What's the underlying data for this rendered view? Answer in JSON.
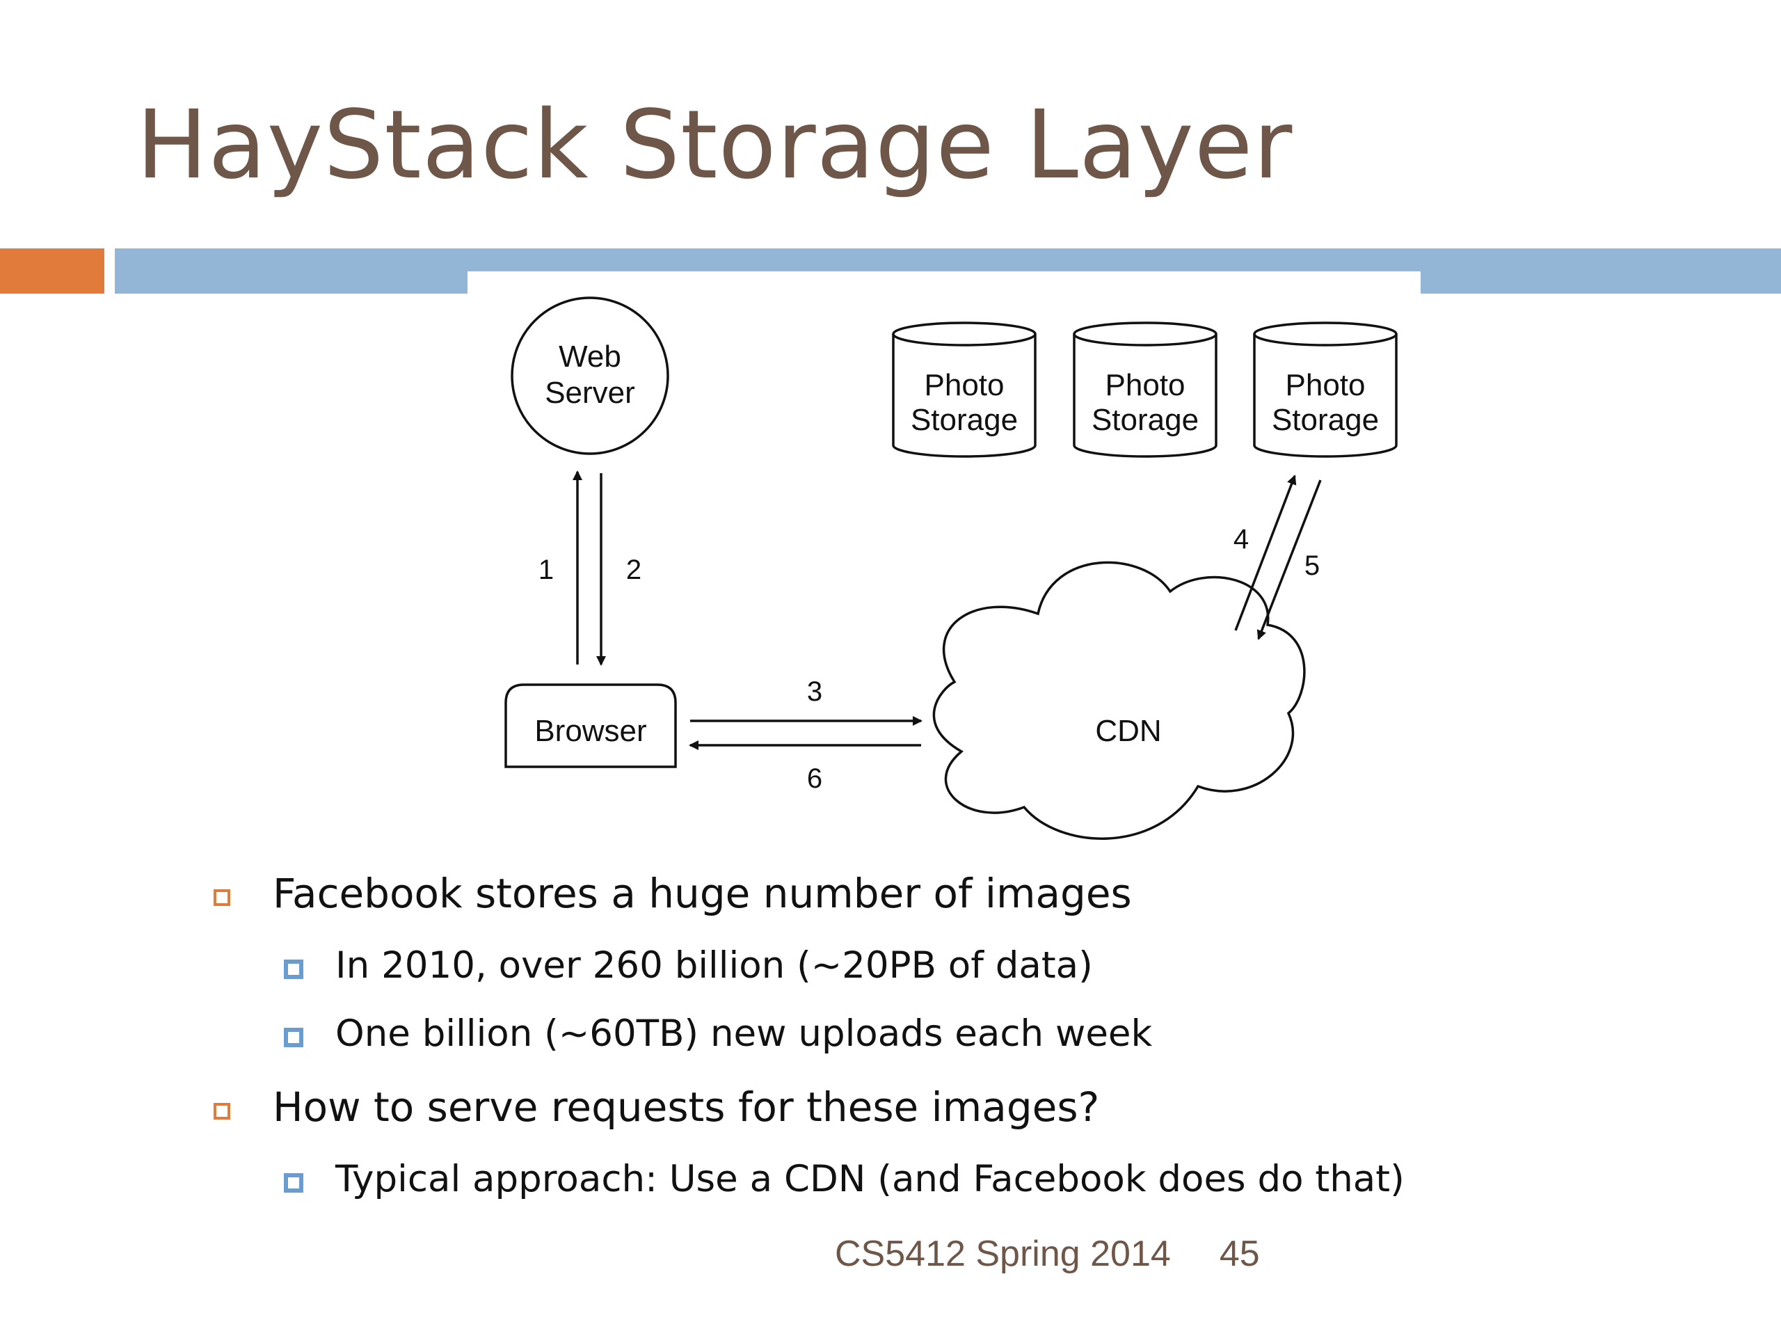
{
  "slide": {
    "title": "HayStack Storage Layer",
    "colors": {
      "title": "#6e5648",
      "accent_orange": "#e07b3c",
      "accent_blue": "#93b6d6"
    }
  },
  "diagram": {
    "nodes": {
      "web_server": {
        "line1": "Web",
        "line2": "Server"
      },
      "browser": "Browser",
      "cdn": "CDN",
      "photo_storage": [
        {
          "line1": "Photo",
          "line2": "Storage"
        },
        {
          "line1": "Photo",
          "line2": "Storage"
        },
        {
          "line1": "Photo",
          "line2": "Storage"
        }
      ]
    },
    "edges": [
      "1",
      "2",
      "3",
      "6",
      "4",
      "5"
    ]
  },
  "bullets": [
    {
      "text": "Facebook stores a huge number of images",
      "children": [
        "In 2010, over 260 billion (~20PB of data)",
        "One billion (~60TB) new uploads each week"
      ]
    },
    {
      "text": "How to serve requests for these images?",
      "children": [
        "Typical approach: Use a CDN (and Facebook does do that)"
      ]
    }
  ],
  "footer": {
    "course": "CS5412 Spring 2014",
    "page": "45"
  }
}
